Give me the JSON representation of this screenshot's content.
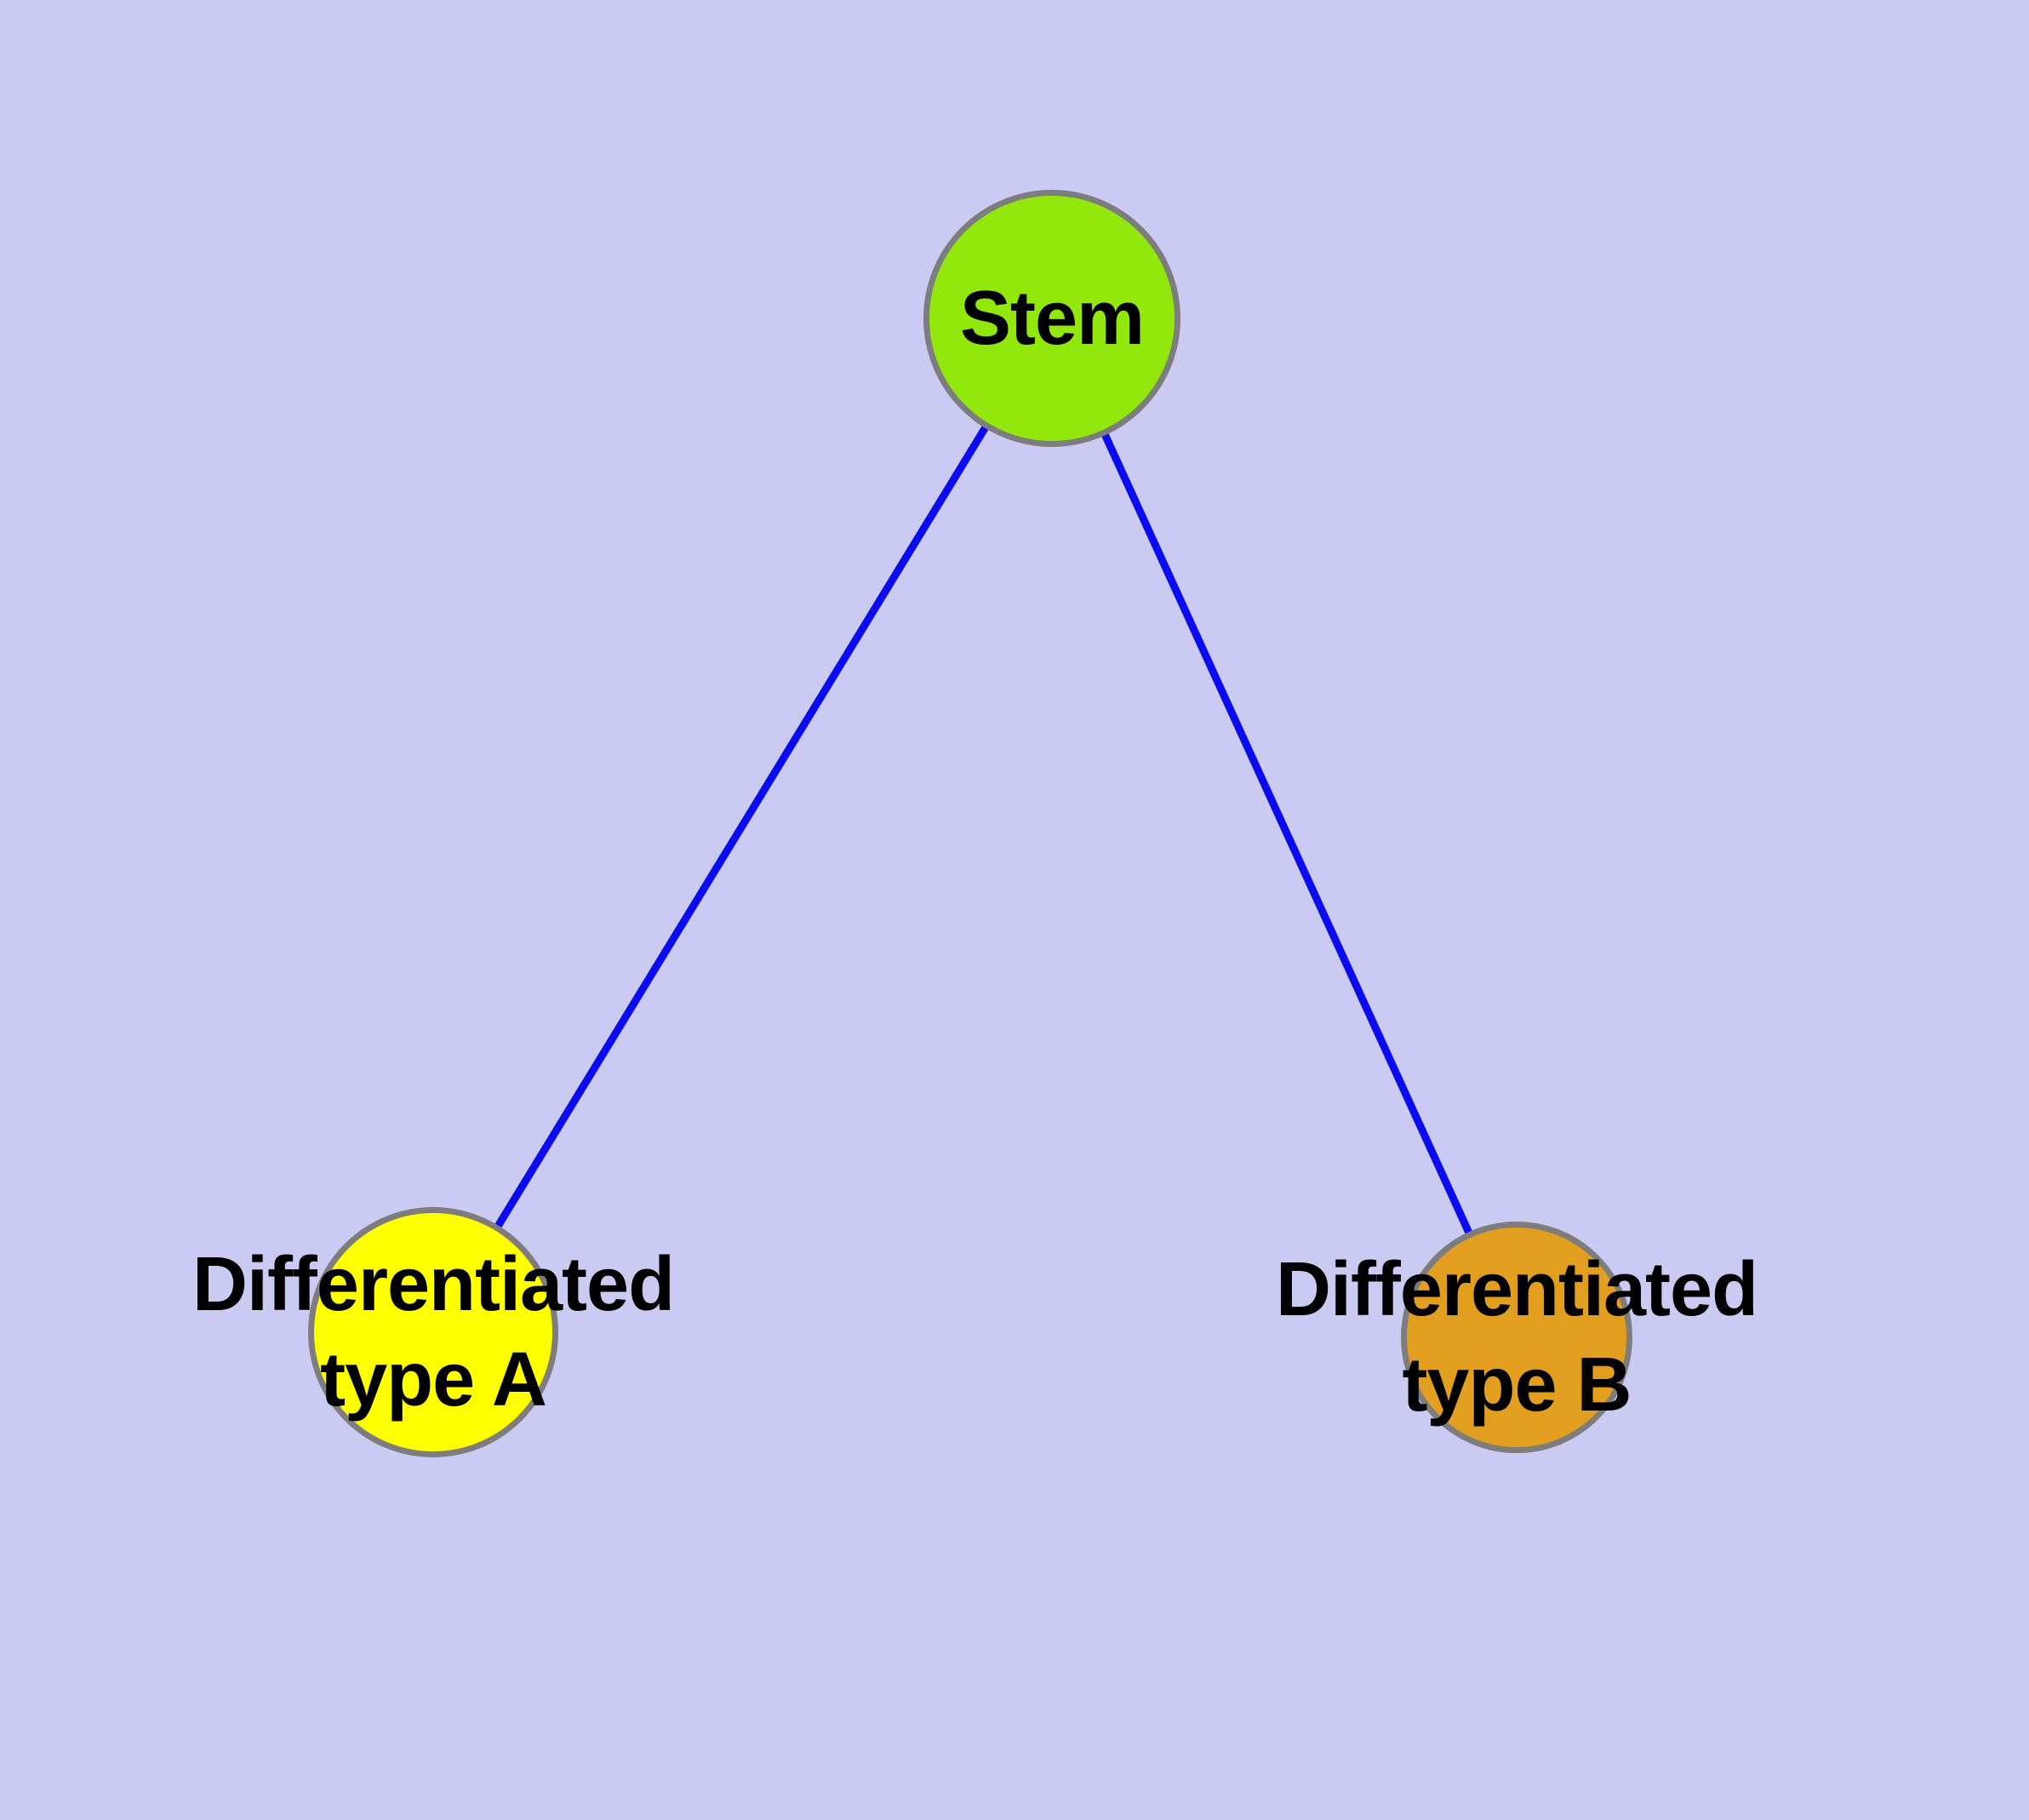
{
  "graph": {
    "type": "node-link-diagram",
    "background_color": "#CACAF3",
    "edge_color": "#0B0BF0",
    "node_border_color": "#7D7D7D",
    "label_color": "#000000",
    "nodes": [
      {
        "id": "stem",
        "label": "Stem",
        "fill": "#92E70D"
      },
      {
        "id": "diff-a",
        "label": "Differentiated\ntype A",
        "fill": "#FFFF00"
      },
      {
        "id": "diff-b",
        "label": "Differentiated\ntype B",
        "fill": "#E29E1F"
      }
    ],
    "edges": [
      {
        "from": "Stem",
        "to": "Differentiated type A"
      },
      {
        "from": "Stem",
        "to": "Differentiated type B"
      }
    ]
  }
}
